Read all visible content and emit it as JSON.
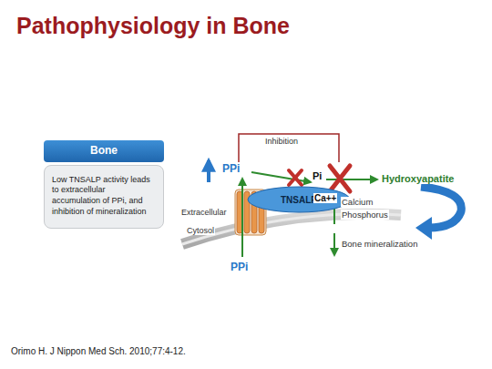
{
  "diagram": {
    "title": "Pathophysiology in Bone",
    "caption": "Orimo H. J Nippon Med Sch. 2010;77:4-12.",
    "nodes": [
      {
        "text": [
          "Bone",
          "Low TNSALP activity leads to extracellular accumulation of PPi, and inhibition of mineralization"
        ]
      },
      {
        "text": [
          "TNSALP"
        ]
      }
    ],
    "labels": [
      "Inhibition",
      "PPi",
      "Extracellular",
      "Cytosol",
      "PPi",
      "Pi",
      "Ca++",
      "Hydroxyapatite",
      "Calcium",
      "Phosphorus",
      "Bone mineralization"
    ]
  }
}
